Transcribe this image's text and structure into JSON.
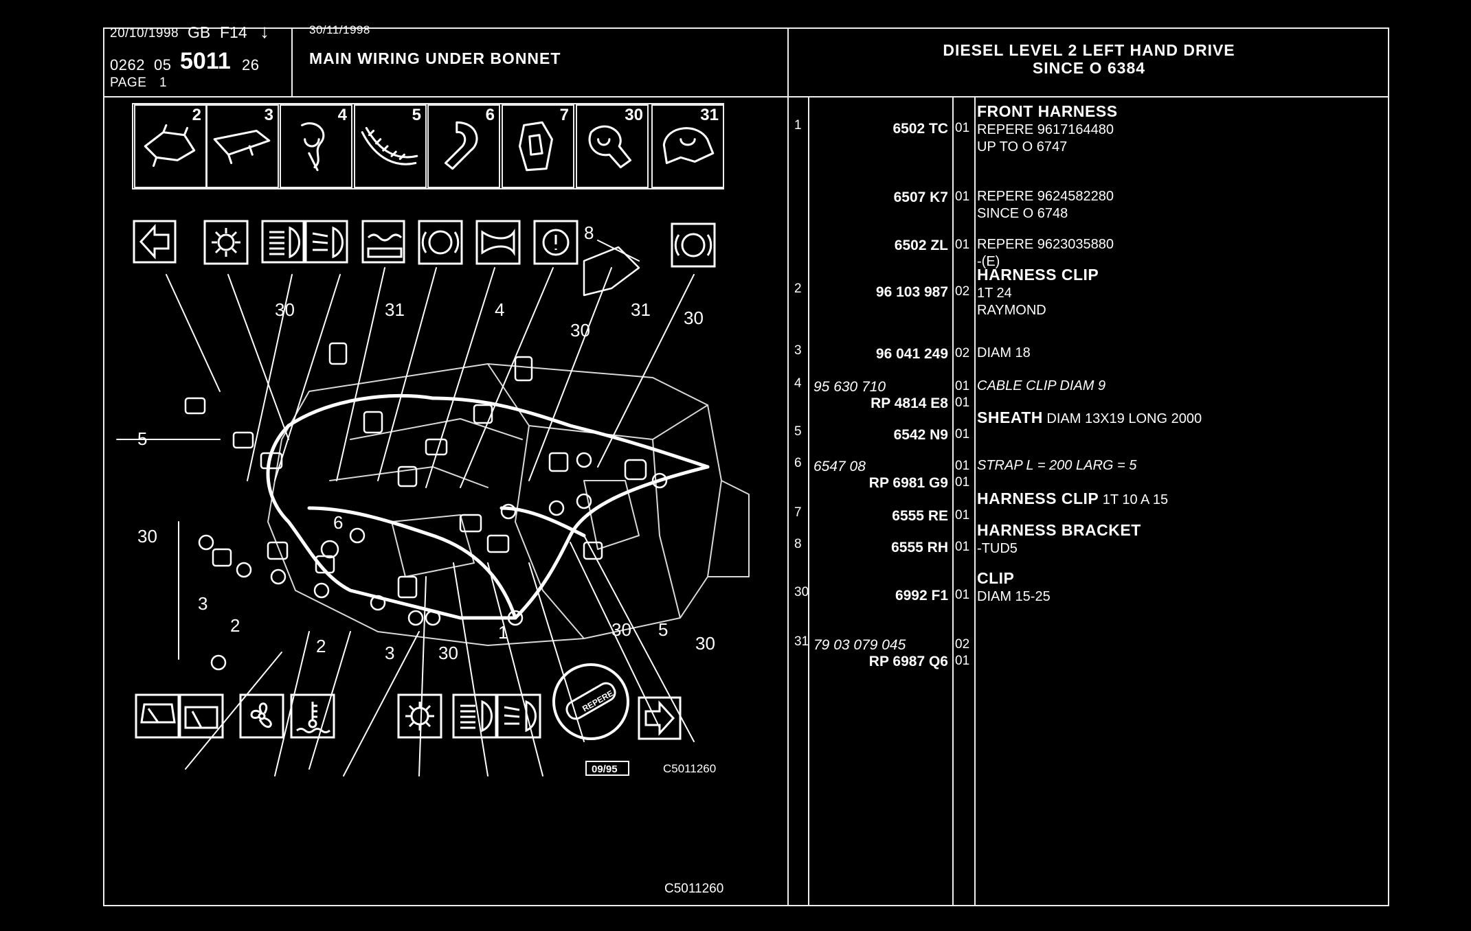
{
  "header": {
    "date1": "20/10/1998",
    "lang": "GB",
    "code": "F14",
    "arrow": "↓",
    "date2": "30/11/1998",
    "num_prefix": "0262",
    "num_05": "05",
    "num_main": "5011",
    "num_suffix": "26",
    "page": "PAGE",
    "page_num": "1",
    "title": "MAIN WIRING UNDER BONNET",
    "right_title_1": "DIESEL LEVEL 2 LEFT HAND DRIVE",
    "right_title_2": "SINCE O  6384"
  },
  "tiles": [
    "2",
    "3",
    "4",
    "5",
    "6",
    "7",
    "30",
    "31"
  ],
  "callouts": {
    "top": [
      "30",
      "31",
      "4",
      "30",
      "31",
      "30",
      "8"
    ],
    "side": [
      "5",
      "30",
      "6"
    ],
    "bottom": [
      "3",
      "2",
      "2",
      "3",
      "30",
      "1",
      "30",
      "5",
      "30"
    ]
  },
  "repere_label": "REPERE",
  "footer": {
    "date_box": "09/95",
    "ref_small": "C5011260",
    "ref_bottom": "C5011260"
  },
  "parts": [
    {
      "idx": "1",
      "ref": "6502 TC",
      "ref_italic": false,
      "qty": "01",
      "name": "FRONT HARNESS",
      "lines": [
        "REPERE  9617164480",
        "UP TO  O  6747"
      ]
    },
    {
      "idx": "",
      "ref": "6507 K7",
      "ref_italic": false,
      "qty": "01",
      "name": "",
      "lines": [
        "REPERE  9624582280",
        "SINCE  O  6748"
      ]
    },
    {
      "idx": "",
      "ref": "6502 ZL",
      "ref_italic": false,
      "qty": "01",
      "name": "",
      "lines": [
        "REPERE  9623035880",
        "-(E)"
      ]
    },
    {
      "idx": "2",
      "ref": "96 103 987",
      "ref_italic": false,
      "qty": "02",
      "name": "HARNESS CLIP",
      "lines": [
        "1T 24",
        "RAYMOND"
      ]
    },
    {
      "idx": "3",
      "ref": "96 041 249",
      "ref_italic": false,
      "qty": "02",
      "name": "",
      "lines": [
        "DIAM 18"
      ]
    },
    {
      "idx": "4",
      "ref": "95 630 710",
      "ref_italic": true,
      "qty": "01",
      "name": "",
      "lines": [
        "CABLE CLIP DIAM 9"
      ]
    },
    {
      "idx": "",
      "ref": "RP  4814 E8",
      "ref_italic": false,
      "qty": "01",
      "name": "",
      "lines": []
    },
    {
      "idx": "5",
      "ref": "6542 N9",
      "ref_italic": false,
      "qty": "01",
      "name": "SHEATH",
      "lines": [
        "DIAM 13X19 LONG 2000"
      ]
    },
    {
      "idx": "6",
      "ref": "6547 08",
      "ref_italic": true,
      "qty": "01",
      "name": "",
      "lines": [
        "STRAP L = 200 LARG = 5"
      ]
    },
    {
      "idx": "",
      "ref": "RP  6981 G9",
      "ref_italic": false,
      "qty": "01",
      "name": "",
      "lines": []
    },
    {
      "idx": "7",
      "ref": "6555 RE",
      "ref_italic": false,
      "qty": "01",
      "name": "HARNESS CLIP",
      "lines": [
        "1T 10 A 15"
      ]
    },
    {
      "idx": "8",
      "ref": "6555 RH",
      "ref_italic": false,
      "qty": "01",
      "name": "HARNESS BRACKET",
      "lines": [
        "-TUD5"
      ]
    },
    {
      "idx": "30",
      "ref": "6992 F1",
      "ref_italic": false,
      "qty": "01",
      "name": "CLIP",
      "lines": [
        "DIAM 15-25"
      ]
    },
    {
      "idx": "31",
      "ref": "79 03 079 045",
      "ref_italic": true,
      "qty": "02",
      "name": "",
      "lines": []
    },
    {
      "idx": "",
      "ref": "RP  6987 Q6",
      "ref_italic": false,
      "qty": "01",
      "name": "",
      "lines": []
    }
  ],
  "icons": {
    "top_row": [
      "arrow-left-icon",
      "interior-light-icon",
      "headlight-icon",
      "fog-light-icon",
      "washer-level-icon",
      "brake-warning-icon",
      "horn-icon",
      "handbrake-icon",
      "brake-pad-icon"
    ],
    "bottom_row": [
      "wiper-icon",
      "rear-wiper-icon",
      "fan-icon",
      "coolant-temp-icon",
      "side-light-icon",
      "headlight-icon",
      "fog-light-icon",
      "repere-badge-icon",
      "arrow-right-icon"
    ]
  }
}
